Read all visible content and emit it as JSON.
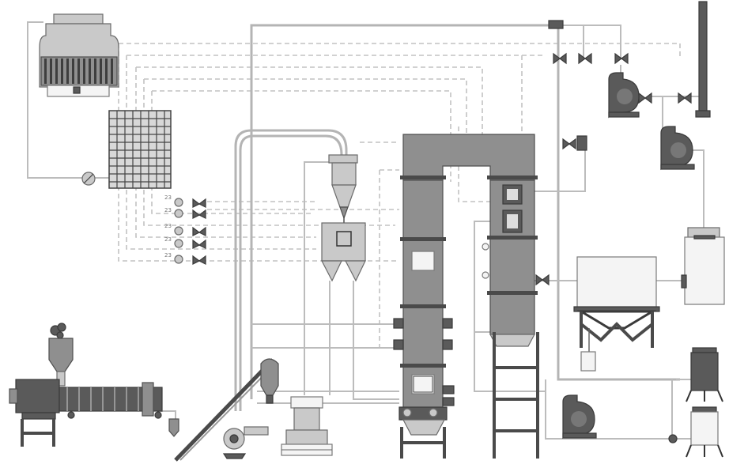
{
  "colors": {
    "pipe": "#b4b4b4",
    "equipment_dark": "#5a5a5a",
    "equipment_mid": "#8f8f8f",
    "equipment_light": "#c9c9c9",
    "background": "#ffffff"
  },
  "instrument_tags": [
    "23",
    "23",
    "23",
    "23",
    "23"
  ],
  "equipment": [
    "cooling-tower",
    "heat-exchanger-grid",
    "circulation-pump",
    "feed-hopper",
    "screw-feeder",
    "cyclone-separator",
    "bag-filter",
    "main-reactor-column",
    "secondary-column",
    "induced-draft-fan",
    "chimney",
    "scrubber-tank",
    "storage-bin",
    "blower-fan",
    "inclined-conveyor",
    "gas-tank"
  ]
}
